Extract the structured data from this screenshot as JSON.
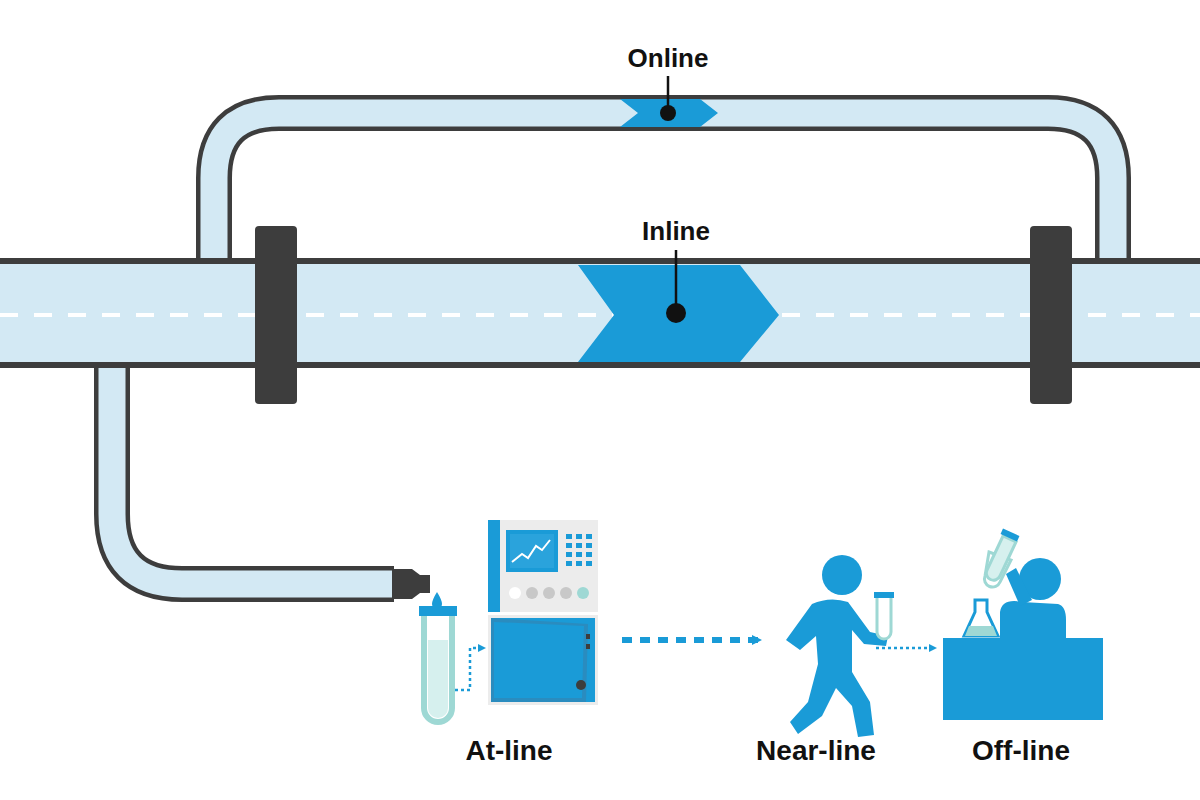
{
  "diagram": {
    "labels": [
      "Online",
      "Inline",
      "At-line",
      "Near-line",
      "Off-line"
    ]
  }
}
